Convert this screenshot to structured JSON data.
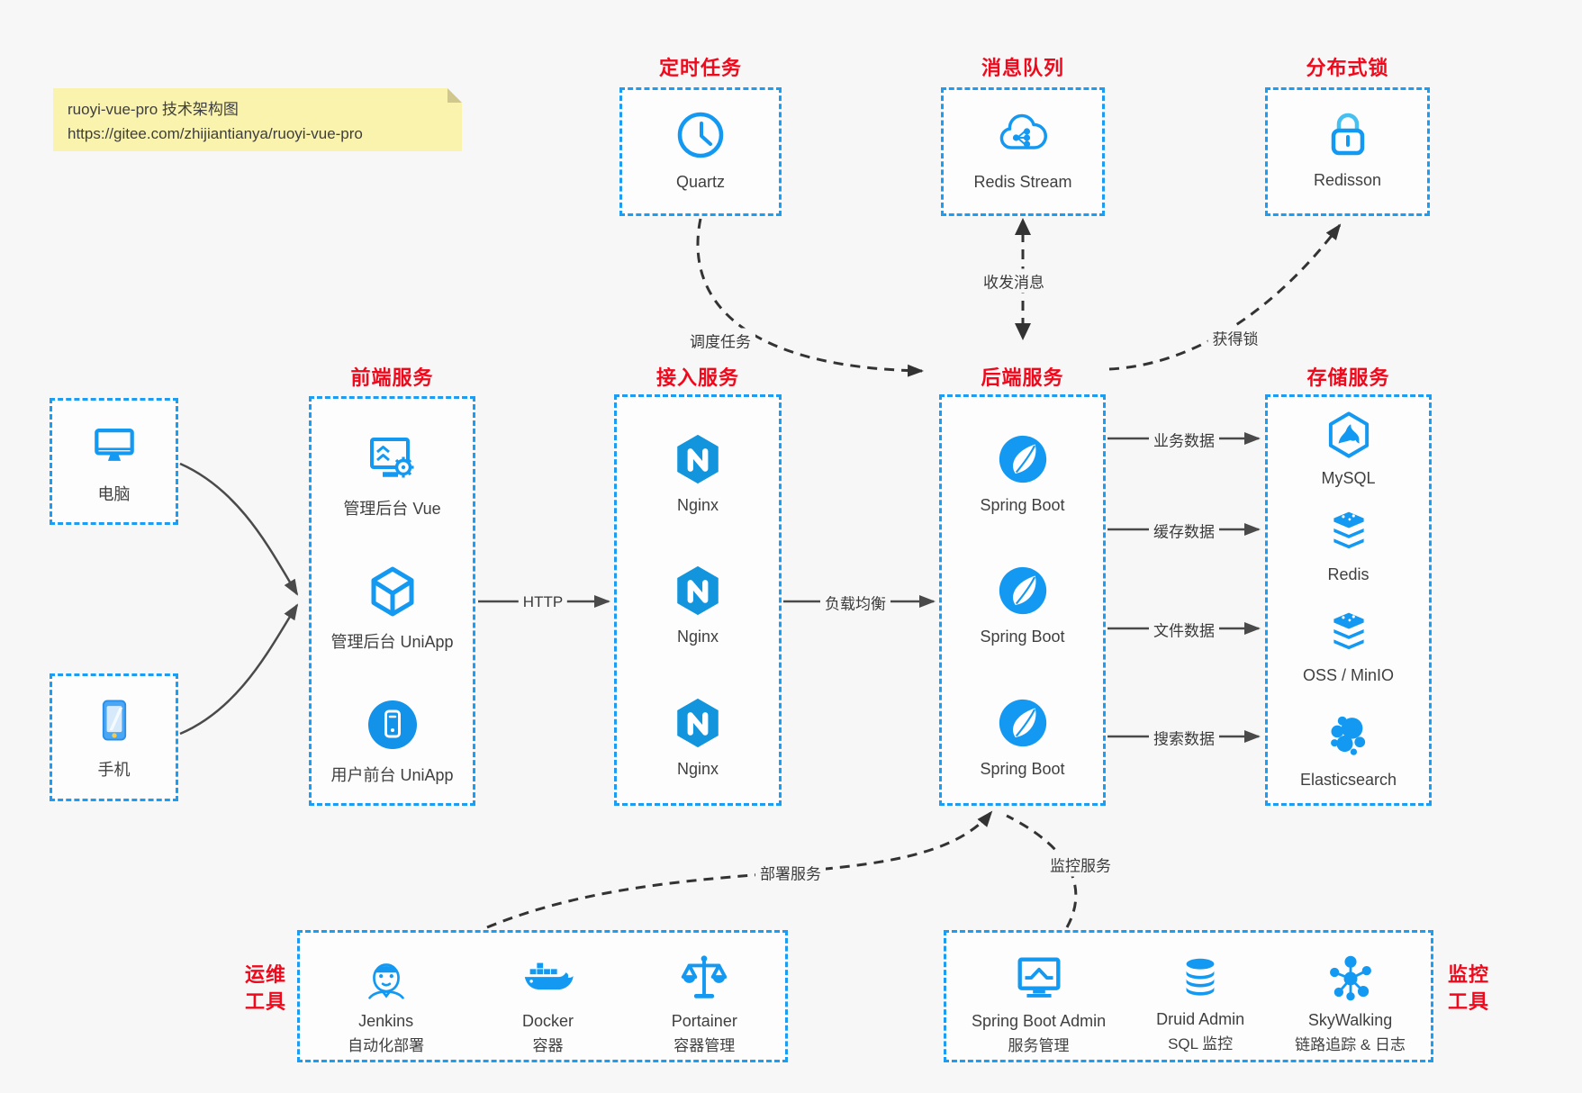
{
  "note": {
    "line1": "ruoyi-vue-pro 技术架构图",
    "line2": "https://gitee.com/zhijiantianya/ruoyi-vue-pro"
  },
  "groups": {
    "scheduler": {
      "title": "定时任务",
      "items": [
        {
          "label": "Quartz",
          "icon": "clock"
        }
      ]
    },
    "mq": {
      "title": "消息队列",
      "items": [
        {
          "label": "Redis Stream",
          "icon": "cloud-stream"
        }
      ]
    },
    "lock": {
      "title": "分布式锁",
      "items": [
        {
          "label": "Redisson",
          "icon": "lock"
        }
      ]
    },
    "clients": {
      "items": [
        {
          "label": "电脑",
          "icon": "desktop"
        },
        {
          "label": "手机",
          "icon": "mobile-phone"
        }
      ]
    },
    "frontend": {
      "title": "前端服务",
      "items": [
        {
          "label": "管理后台 Vue",
          "icon": "admin-monitor-gear"
        },
        {
          "label": "管理后台 UniApp",
          "icon": "cube"
        },
        {
          "label": "用户前台 UniApp",
          "icon": "circle-phone"
        }
      ]
    },
    "gateway": {
      "title": "接入服务",
      "items": [
        {
          "label": "Nginx",
          "icon": "nginx"
        },
        {
          "label": "Nginx",
          "icon": "nginx"
        },
        {
          "label": "Nginx",
          "icon": "nginx"
        }
      ]
    },
    "backend": {
      "title": "后端服务",
      "items": [
        {
          "label": "Spring Boot",
          "icon": "spring-leaf"
        },
        {
          "label": "Spring Boot",
          "icon": "spring-leaf"
        },
        {
          "label": "Spring Boot",
          "icon": "spring-leaf"
        }
      ]
    },
    "storage": {
      "title": "存储服务",
      "items": [
        {
          "label": "MySQL",
          "icon": "mysql-dolphin"
        },
        {
          "label": "Redis",
          "icon": "redis-stack"
        },
        {
          "label": "OSS / MinIO",
          "icon": "redis-stack"
        },
        {
          "label": "Elasticsearch",
          "icon": "es-cluster"
        }
      ]
    },
    "devops": {
      "title_line1": "运维",
      "title_line2": "工具",
      "items": [
        {
          "name": "Jenkins",
          "desc": "自动化部署",
          "icon": "jenkins-butler"
        },
        {
          "name": "Docker",
          "desc": "容器",
          "icon": "docker-whale"
        },
        {
          "name": "Portainer",
          "desc": "容器管理",
          "icon": "scales"
        }
      ]
    },
    "monitor": {
      "title_line1": "监控",
      "title_line2": "工具",
      "items": [
        {
          "name": "Spring Boot Admin",
          "desc": "服务管理",
          "icon": "monitor-pulse"
        },
        {
          "name": "Druid Admin",
          "desc": "SQL 监控",
          "icon": "database"
        },
        {
          "name": "SkyWalking",
          "desc": "链路追踪 & 日志",
          "icon": "molecule"
        }
      ]
    }
  },
  "edges": {
    "http": "HTTP",
    "load_balance": "负载均衡",
    "schedule": "调度任务",
    "message": "收发消息",
    "get_lock": "获得锁",
    "biz_data": "业务数据",
    "cache_data": "缓存数据",
    "file_data": "文件数据",
    "search_data": "搜索数据",
    "deploy": "部署服务",
    "monitoring": "监控服务"
  },
  "colors": {
    "accent_blue": "#1b9df3",
    "icon_blue": "#1499f2",
    "label_red": "#ee0a1c",
    "arrow_gray": "#4a4a4a",
    "dashed_arrow": "#333333",
    "note_bg": "#faf3ae",
    "page_bg": "#f7f7f7"
  }
}
